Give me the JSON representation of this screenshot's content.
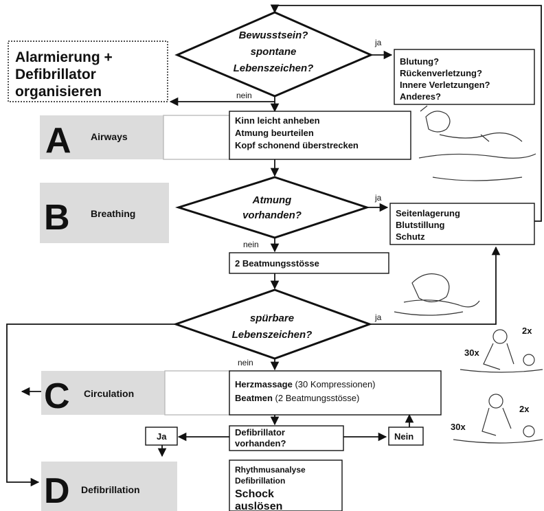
{
  "alarm_box": {
    "line1": "Alarmierung +",
    "line2": "Defibrillator",
    "line3": "organisieren"
  },
  "q_consciousness": {
    "line1": "Bewusstsein?",
    "line2": "spontane",
    "line3": "Lebenszeichen?"
  },
  "q_breathing": {
    "line1": "Atmung",
    "line2": "vorhanden?"
  },
  "q_signs": {
    "line1": "spürbare",
    "line2": "Lebenszeichen?"
  },
  "labels": {
    "ja": "ja",
    "nein": "nein",
    "Ja": "Ja",
    "Nein": "Nein"
  },
  "injury_box": [
    "Blutung?",
    "Rückenverletzung?",
    "Innere Verletzungen?",
    "Anderes?"
  ],
  "airways": {
    "letter": "A",
    "name": "Airways",
    "steps": [
      "Kinn leicht anheben",
      "Atmung beurteilen",
      "Kopf schonend überstrecken"
    ]
  },
  "breathing": {
    "letter": "B",
    "name": "Breathing"
  },
  "recovery_box": [
    "Seitenlagerung",
    "Blutstillung",
    "Schutz"
  ],
  "ventilation_box": "2 Beatmungsstösse",
  "circulation": {
    "letter": "C",
    "name": "Circulation",
    "line1_bold": "Herzmassage",
    "line1_rest": " (30 Kompressionen)",
    "line2_bold": "Beatmen",
    "line2_rest": " (2 Beatmungsstösse)"
  },
  "defib_question": {
    "line1": "Defibrillator",
    "line2": "vorhanden?"
  },
  "defibrillation": {
    "letter": "D",
    "name": "Defibrillation",
    "steps_small": [
      "Rhythmusanalyse",
      "Defibrillation"
    ],
    "steps_large": [
      "Schock",
      "auslösen"
    ]
  },
  "cpr_counts": {
    "compressions": "30x",
    "breaths": "2x"
  }
}
